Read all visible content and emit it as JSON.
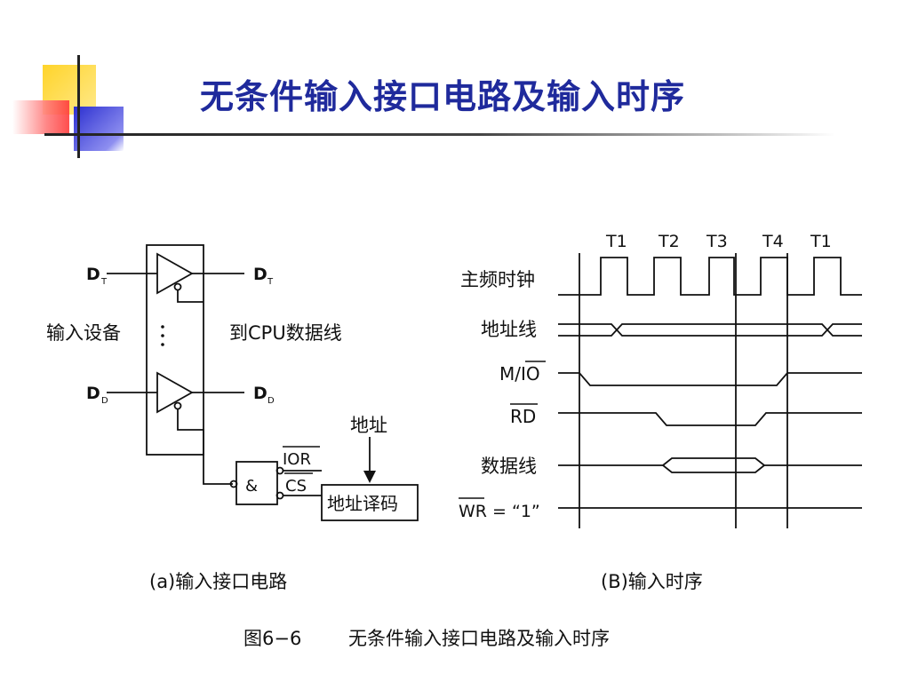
{
  "slide": {
    "title": "无条件输入接口电路及输入时序"
  },
  "circuit": {
    "d_top_in_main": "D",
    "d_top_in_sub": "T",
    "d_top_out_main": "D",
    "d_top_out_sub": "T",
    "d_bottom_in_main": "D",
    "d_bottom_in_sub": "D",
    "d_bottom_out_main": "D",
    "d_bottom_out_sub": "D",
    "input_device": "输入设备",
    "to_cpu": "到CPU数据线",
    "and_gate": "&",
    "ior": "IOR",
    "cs": "CS",
    "address": "地址",
    "decoder": "地址译码",
    "caption": "(a)输入接口电路"
  },
  "timing": {
    "periods": [
      "T1",
      "T2",
      "T3",
      "T4",
      "T1"
    ],
    "signals": [
      "主频时钟",
      "地址线",
      "M/IO",
      "RD",
      "数据线",
      "WR = “1”"
    ],
    "caption": "(B)输入时序"
  },
  "figure_caption": {
    "number": "图6−6",
    "text": "无条件输入接口电路及输入时序"
  },
  "colors": {
    "title": "#1f2a9c",
    "deco_yellow": "#ffd42a",
    "deco_red": "#ff3b3b",
    "deco_blue": "#2b2fd0"
  }
}
